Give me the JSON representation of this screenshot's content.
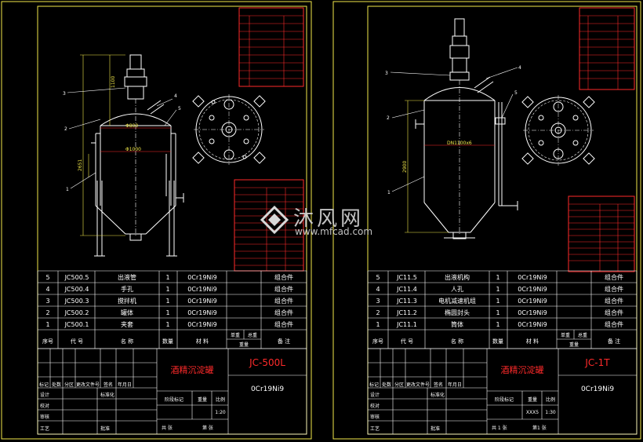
{
  "sheets": [
    {
      "title": "酒精沉淀罐",
      "code": "JC-500L",
      "material": "0Cr19Ni9",
      "scale": "1:20",
      "weight": "",
      "sheets_total": "共  张",
      "sheet_no": "第 张",
      "dim_height": "2651",
      "dim_top": "1100",
      "dim_inner": "Φ800",
      "dim_outer": "Φ1000",
      "parts": [
        {
          "no": "5",
          "code": "JC500.5",
          "name": "出液管",
          "qty": "1",
          "mat": "0Cr19Ni9",
          "note": "组合件"
        },
        {
          "no": "4",
          "code": "JC500.4",
          "name": "手孔",
          "qty": "1",
          "mat": "0Cr19Ni9",
          "note": "组合件"
        },
        {
          "no": "3",
          "code": "JC500.3",
          "name": "搅拌机",
          "qty": "1",
          "mat": "0Cr19Ni9",
          "note": "组合件"
        },
        {
          "no": "2",
          "code": "JC500.2",
          "name": "罐体",
          "qty": "1",
          "mat": "0Cr19Ni9",
          "note": "组合件"
        },
        {
          "no": "1",
          "code": "JC500.1",
          "name": "夹套",
          "qty": "1",
          "mat": "0Cr19Ni9",
          "note": "组合件"
        }
      ],
      "leaders": [
        "1",
        "2",
        "3",
        "4",
        "5"
      ]
    },
    {
      "title": "酒精沉淀罐",
      "code": "JC-1T",
      "material": "0Cr19Ni9",
      "scale": "1:30",
      "weight": "XXX5",
      "sheets_total": "共 1 张",
      "sheet_no": "第1 张",
      "dim_height": "2900",
      "dim_top": "",
      "dim_inner": "DN1100x6",
      "dim_outer": "",
      "parts": [
        {
          "no": "5",
          "code": "JC11.5",
          "name": "出液机构",
          "qty": "1",
          "mat": "0Cr19Ni9",
          "note": "组合件"
        },
        {
          "no": "4",
          "code": "JC11.4",
          "name": "人孔",
          "qty": "1",
          "mat": "0Cr19Ni9",
          "note": "组合件"
        },
        {
          "no": "3",
          "code": "JC11.3",
          "name": "电机减速机组",
          "qty": "1",
          "mat": "0Cr19Ni9",
          "note": "组合件"
        },
        {
          "no": "2",
          "code": "JC11.2",
          "name": "椭圆封头",
          "qty": "1",
          "mat": "0Cr19Ni9",
          "note": "组合件"
        },
        {
          "no": "1",
          "code": "JC11.1",
          "name": "筒体",
          "qty": "1",
          "mat": "0Cr19Ni9",
          "note": "组合件"
        }
      ],
      "leaders": [
        "1",
        "2",
        "3",
        "4",
        "5"
      ]
    }
  ],
  "headers": {
    "no": "序号",
    "code": "代  号",
    "name": "名    称",
    "qty": "数量",
    "mat": "材    料",
    "unit_wt": "单重",
    "tot_wt": "总重",
    "weight_lbl": "重量",
    "note": "备  注"
  },
  "title_block": {
    "mark": "标记",
    "count": "处数",
    "zone": "分区",
    "doc": "更改文件号",
    "sign": "签名",
    "date": "年月日",
    "design": "设计",
    "std": "标准化",
    "check": "校对",
    "review": "审核",
    "craft": "工艺",
    "approve": "批准",
    "stage": "阶段标记",
    "weight": "重量",
    "scale": "比例"
  },
  "watermark": {
    "cn": "沐风网",
    "url": "www.mfcad.com"
  },
  "colors": {
    "frame": "#f2e84a",
    "red": "#ff2a2a",
    "white": "#ffffff",
    "bg": "#000000"
  }
}
